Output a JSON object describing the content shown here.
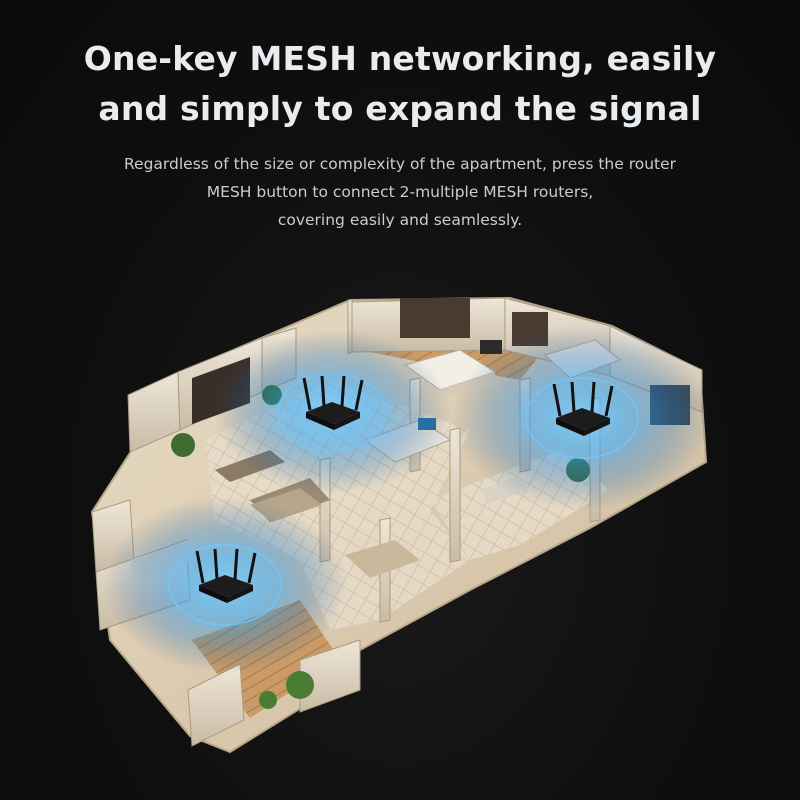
{
  "headline": {
    "line1": "One-key MESH networking, easily",
    "line2": "and simply to expand the signal"
  },
  "description": {
    "line1": "Regardless of the size or complexity of the apartment, press the router",
    "line2": "MESH button to connect 2-multiple MESH routers,",
    "line3": "covering easily and seamlessly."
  },
  "colors": {
    "background": "#0e0e0e",
    "headline_text": "#e9ecef",
    "body_text": "#c9cdd1",
    "signal_glow": "#2aa8ff",
    "router_body": "#1a1a1a"
  },
  "illustration": {
    "subject": "isometric apartment floor plan",
    "router_count": 3,
    "icons": [
      "router-icon",
      "signal-glow",
      "plant-icon",
      "bed-icon",
      "sofa-icon",
      "dining-table-icon"
    ]
  }
}
